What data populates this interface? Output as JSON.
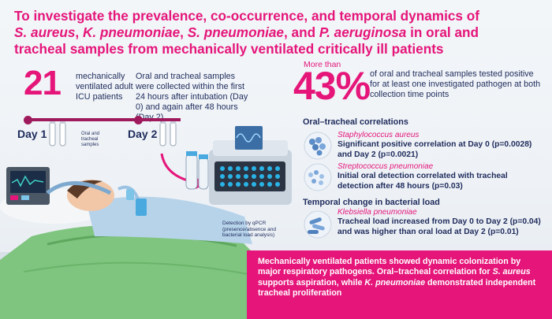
{
  "title": {
    "line1": "To investigate the prevalence, co-occurrence, and temporal dynamics of",
    "line2_pathogens": [
      "S. aureus",
      "K. pneumoniae",
      "S. pneumoniae",
      "P. aeruginosa"
    ],
    "line2_sep1": ", ",
    "line2_sep2": ", ",
    "line2_sep3": ", and ",
    "line2_suffix": " in oral and",
    "line3": "tracheal samples from mechanically ventilated critically ill patients"
  },
  "patients": {
    "count": "21",
    "description": "mechanically ventilated adult ICU patients"
  },
  "sampling": {
    "text": "Oral and tracheal samples were collected within the first 24 hours after intubation (Day 0) and again after 48 hours (Day 2)"
  },
  "timeline": {
    "day1": "Day 1",
    "day2": "Day 2",
    "tube_label": "Oral and tracheal samples"
  },
  "positivity": {
    "prefix": "More than",
    "percent": "43%",
    "text": "of oral and tracheal samples tested positive for at least one investigated pathogen at both collection time points"
  },
  "detection": {
    "label": "Detection by qPCR (presence/absence and bacterial load analysis)"
  },
  "correlations": {
    "heading": "Oral–tracheal correlations",
    "items": [
      {
        "species": "Staphylococcus aureus",
        "detail": "Significant positive correlation at Day 0 (p=0.0028) and Day 2 (p=0.0021)"
      },
      {
        "species": "Streptococcus pneumoniae",
        "detail": "Initial oral detection correlated with tracheal detection after 48 hours (p=0.03)"
      }
    ]
  },
  "temporal": {
    "heading": "Temporal change in bacterial load",
    "species": "Klebsiella pneumoniae",
    "detail": "Tracheal load increased from Day 0 to Day 2 (p=0.04) and was higher than oral load at Day 2 (p=0.01)"
  },
  "conclusion": {
    "part1": "Mechanically ventilated patients showed dynamic colonization by major respiratory pathogens. Oral–tracheal correlation for ",
    "species1": "S. aureus",
    "part2": " supports aspiration, while ",
    "species2": "K. pneumoniae",
    "part3": " demonstrated independent tracheal proliferation"
  },
  "colors": {
    "accent": "#e5157a",
    "navy": "#1e2b5c",
    "timeline": "#9f1a5d"
  },
  "icons": [
    "ventilator-monitor",
    "sample-tube-icon",
    "qpcr-machine-icon",
    "arrow-icon",
    "cocci-bacteria-icon",
    "rod-bacteria-icon"
  ]
}
